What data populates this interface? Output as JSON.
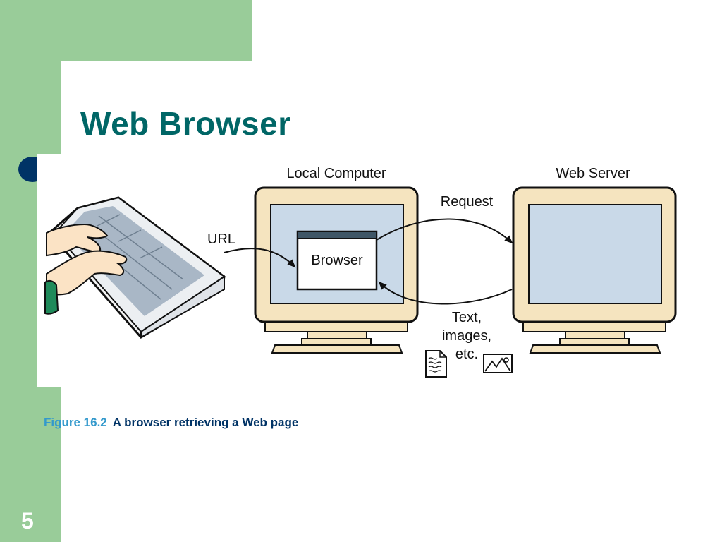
{
  "slide": {
    "title": "Web Browser",
    "number": "5"
  },
  "figure": {
    "label": "Figure 16.2",
    "caption": "A browser retrieving a Web page"
  },
  "diagram": {
    "local_computer": "Local Computer",
    "web_server": "Web Server",
    "url": "URL",
    "browser": "Browser",
    "request": "Request",
    "response_line1": "Text,",
    "response_line2": "images,",
    "response_line3": "etc."
  },
  "colors": {
    "green": "#99cc99",
    "teal_title": "#006666",
    "navy": "#003366",
    "caption_blue": "#3399cc",
    "monitor_beige": "#f5e4bf",
    "screen_blue": "#c9d9e8"
  },
  "icons": [
    "keyboard-icon",
    "hands-icon",
    "document-icon",
    "image-icon"
  ]
}
